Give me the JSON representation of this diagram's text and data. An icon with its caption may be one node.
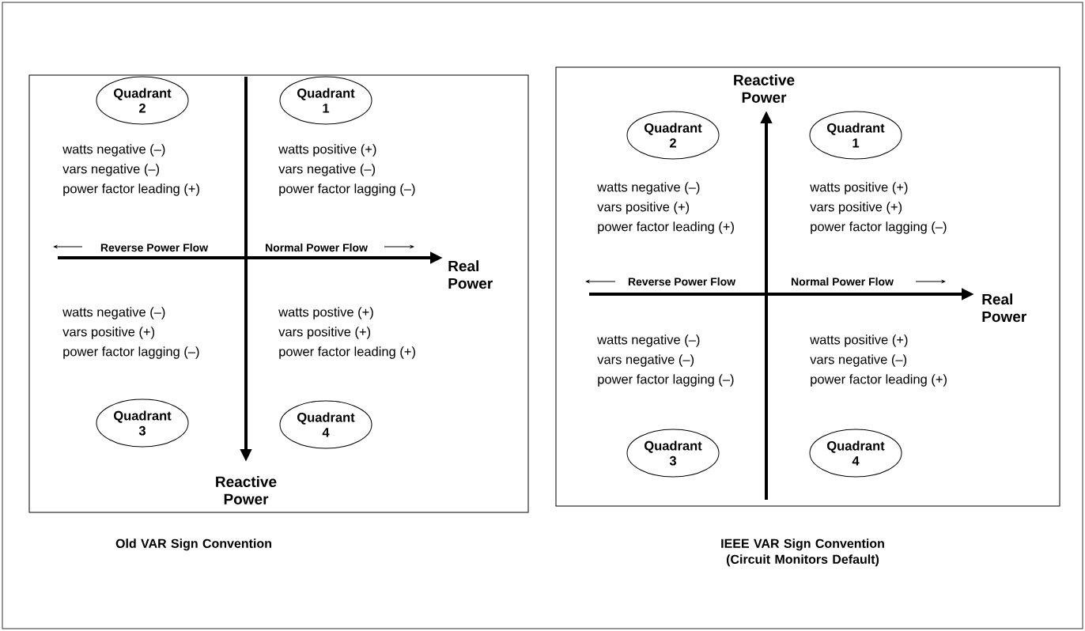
{
  "diagram": {
    "nodes": [
      {
        "text": [],
        "shape": "box"
      },
      {
        "text": [
          "Quadrant 2"
        ],
        "in": 0
      },
      {
        "text": [
          "Quadrant 1"
        ],
        "in": 0
      },
      {
        "text": [
          "Quadrant 3"
        ],
        "in": 0
      },
      {
        "text": [
          "Quadrant 4"
        ],
        "in": 0
      },
      {
        "text": [],
        "shape": "box"
      },
      {
        "text": [
          "Quadrant 2"
        ],
        "in": 5
      },
      {
        "text": [
          "Quadrant 1"
        ],
        "in": 5
      },
      {
        "text": [
          "Quadrant 3"
        ],
        "in": 5
      },
      {
        "text": [
          "Quadrant 4"
        ],
        "in": 5
      }
    ],
    "labels": [
      "watts negative (–)",
      "vars negative (–)",
      "power factor leading (+)",
      "watts positive (+)",
      "vars negative (–)",
      "power factor lagging (–)",
      "Reverse Power Flow",
      "Normal Power Flow",
      "Real Power",
      "watts negative (–)",
      "vars positive (+)",
      "power factor lagging (–)",
      "watts postive (+)",
      "vars positive (+)",
      "power factor leading (+)",
      "Reactive Power",
      "Reactive Power",
      "watts negative (–)",
      "vars positive (+)",
      "power factor leading (+)",
      "watts positive (+)",
      "vars positive (+)",
      "power factor lagging (–)",
      "Reverse Power Flow",
      "Normal Power Flow",
      "Real Power",
      "watts negative (–)",
      "vars negative (–)",
      "power factor lagging (–)",
      "watts positive (+)",
      "vars negative (–)",
      "power factor leading (+)",
      "Old VAR Sign Convention",
      "IEEE VAR Sign Convention (Circuit Monitors Default)"
    ]
  }
}
